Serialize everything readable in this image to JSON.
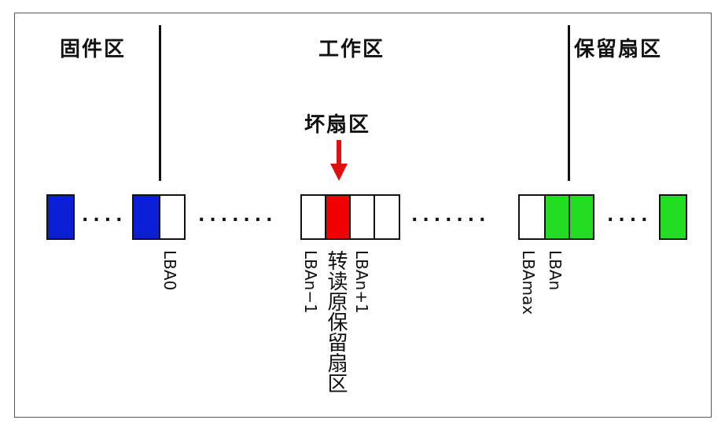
{
  "regions": {
    "firmware": "固件区",
    "work": "工作区",
    "reserved": "保留扇区"
  },
  "bad_sector_label": "坏扇区",
  "dots": "....",
  "block_labels": {
    "lba0": "LBA0",
    "lba_n_minus_1": "LBAn−1",
    "redirect": "转读原保留扇区",
    "lba_n_plus_1": "LBAn+1",
    "lba_max": "LBAmax",
    "lba_n": "LBAn"
  },
  "colors": {
    "firmware_fill": "#0a1fd6",
    "bad_fill": "#f00000",
    "reserved_fill": "#22dd22",
    "arrow": "#e01010",
    "outline": "#111111"
  }
}
